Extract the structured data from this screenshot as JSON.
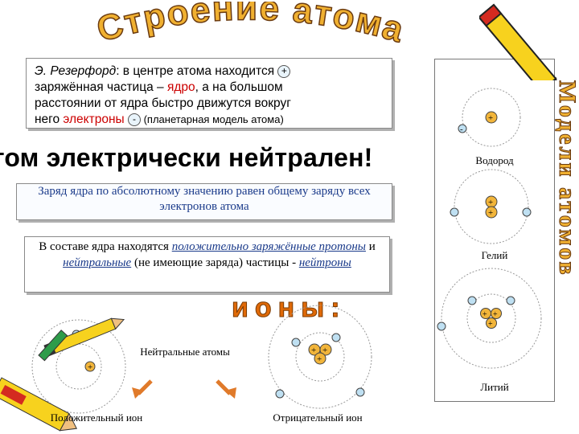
{
  "title": {
    "text": "Строение атома"
  },
  "rutherford": {
    "name": "Э. Резерфорд",
    "t1": ": в центре атома находится ",
    "plus": "+",
    "t2": "заряжённая частица – ",
    "nucleus": "ядро",
    "t3": ", а на большом",
    "t4": "расстоянии от ядра быстро движутся вокруг",
    "t5": "него ",
    "electrons": "электроны",
    "minus": "-",
    "t6": " (планетарная модель атома)"
  },
  "neutral_text": "Атом электрически нейтрален!",
  "charge_text": "Заряд ядра по абсолютному значению равен общему заряду всех электронов атома",
  "composition": {
    "t1": "В составе ядра находятся ",
    "protons": "положительно заряжённые протоны",
    "t2": " и ",
    "neutral": "нейтральные",
    "t3": " (не имеющие заряда) частицы - ",
    "neutrons": "нейтроны"
  },
  "ions_heading": "ионы:",
  "neutral_atoms_label": "Нейтральные атомы",
  "positive_ion_label": "Положительный ион",
  "negative_ion_label": "Отрицательный ион",
  "models_title": "Модели атомов",
  "atoms": {
    "hydrogen": "Водород",
    "helium": "Гелий",
    "lithium": "Литий"
  },
  "colors": {
    "nucleus_fill": "#f2b53a",
    "electron_fill": "#bfe0f2",
    "title_fill": "#f0b030",
    "pencil_yellow": "#f7d21e",
    "pencil_red": "#d42a20",
    "arrow": "#e07a2a"
  }
}
